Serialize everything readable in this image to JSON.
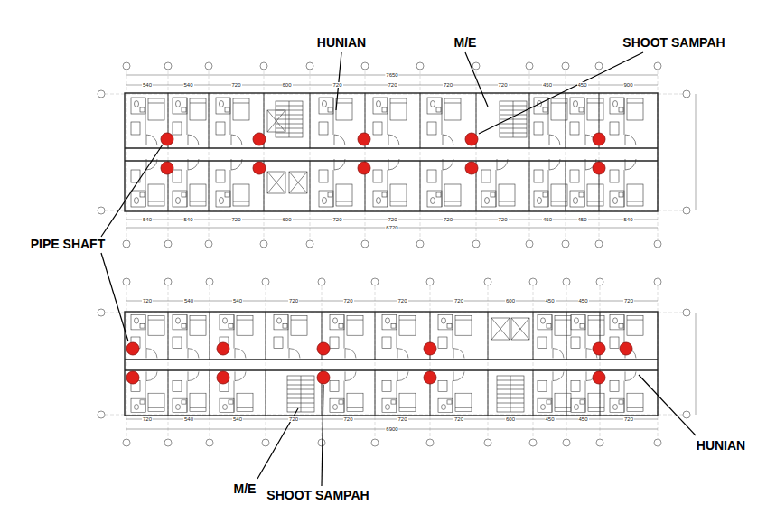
{
  "diagram": {
    "labels": [
      "HUNIAN",
      "M/E",
      "SHOOT SAMPAH",
      "PIPE SHAFT",
      "M/E",
      "SHOOT SAMPAH",
      "HUNIAN",
      "540",
      "540",
      "720",
      "600",
      "720",
      "720",
      "720",
      "720",
      "450",
      "450",
      "900",
      "7650",
      "540",
      "540",
      "720",
      "600",
      "720",
      "720",
      "720",
      "720",
      "450",
      "450",
      "540",
      "6720",
      "720",
      "540",
      "540",
      "720",
      "720",
      "720",
      "720",
      "600",
      "450",
      "450",
      "720",
      "720",
      "540",
      "540",
      "720",
      "720",
      "720",
      "720",
      "600",
      "450",
      "450",
      "720",
      "6900"
    ]
  }
}
